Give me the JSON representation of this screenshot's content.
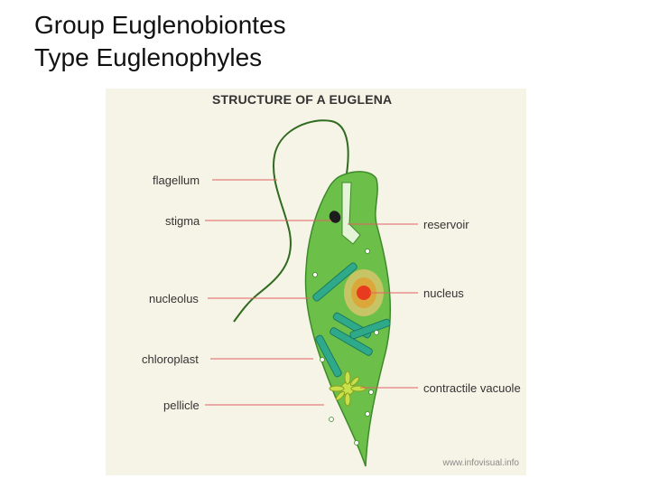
{
  "slide": {
    "title_line1": "Group Euglenobiontes",
    "title_line2": "Type Euglenophyles"
  },
  "figure": {
    "title": "STRUCTURE OF A EUGLENA",
    "credit": "www.infovisual.info",
    "labels": {
      "flagellum": "flagellum",
      "stigma": "stigma",
      "nucleolus": "nucleolus",
      "chloroplast": "chloroplast",
      "pellicle": "pellicle",
      "reservoir": "reservoir",
      "nucleus": "nucleus",
      "contractile_vacuole": "contractile vacuole"
    },
    "colors": {
      "body": "#6cc04a",
      "body_outline": "#3d8a2a",
      "chloroplast": "#2eaa8a",
      "nucleus": "#e83a1c",
      "leader_line": "#e06060"
    }
  }
}
